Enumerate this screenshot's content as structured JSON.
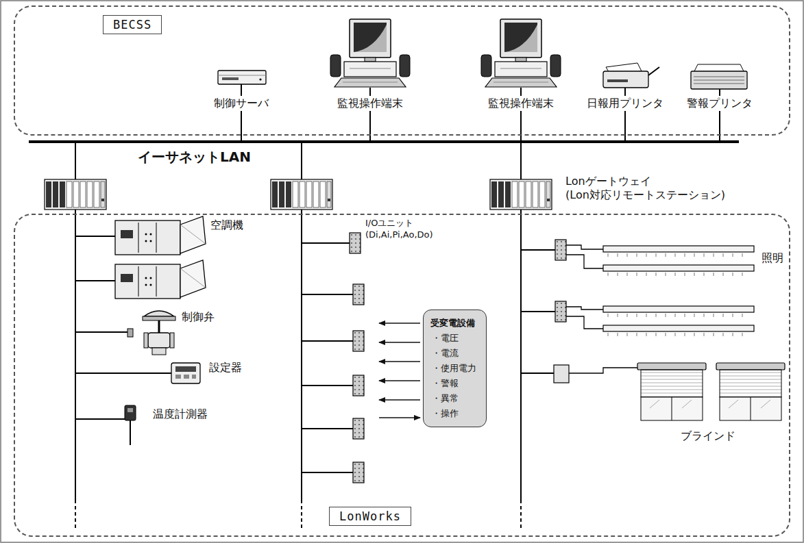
{
  "diagram": {
    "nodes": [
      {
        "text": [
          "BECSS"
        ]
      },
      {
        "text": [
          "LonWorks"
        ]
      },
      {
        "text": [
          "受変電設備",
          "・電圧",
          "・電流",
          "・使用電力",
          "・警報",
          "・異常",
          "・操作"
        ],
        "in": 1
      }
    ],
    "labels": [
      "制御サーバ",
      "監視操作端末",
      "監視操作端末",
      "日報用プリンタ",
      "警報プリンタ",
      "イーサネットLAN",
      "Lonゲートウェイ (Lon対応リモートステーション)",
      "I/Oユニット (Di,Ai,Pi,Ao,Do)",
      "空調機",
      "制御弁",
      "設定器",
      "温度計測器",
      "照明",
      "ブラインド"
    ]
  }
}
